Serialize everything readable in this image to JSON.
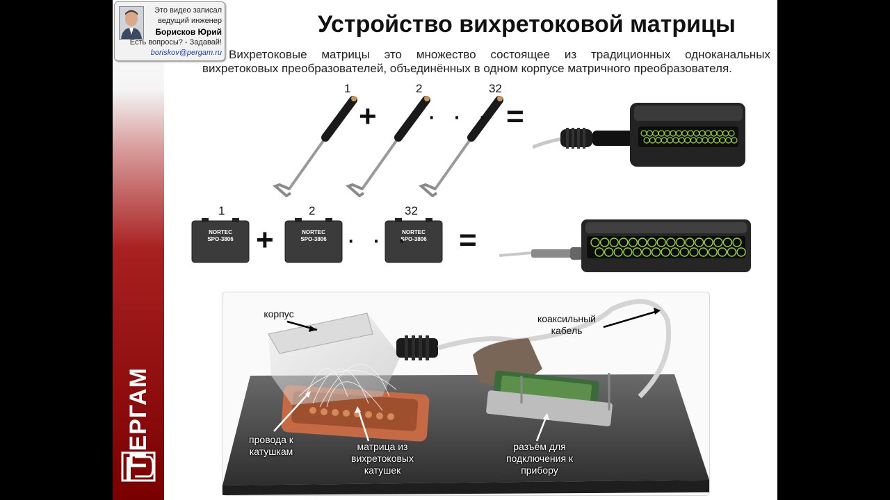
{
  "author_card": {
    "line1": "Это видео записал",
    "line2": "ведущий инженер",
    "name": "Борисков Юрий",
    "line3": "Есть вопросы? - Задавай!",
    "email": "boriskov@pergam.ru"
  },
  "title": "Устройство вихретоковой матрицы",
  "intro_text": "Вихретоковые матрицы это множество состоящее из традиционных одноканальных вихретоковых преобразователей, объединённых в одном корпусе матричного преобразователя.",
  "row1": {
    "labels": [
      "1",
      "2",
      "32"
    ],
    "plus": "+",
    "equals": "=",
    "dots": "· · ·"
  },
  "row2": {
    "labels": [
      "1",
      "2",
      "32"
    ],
    "coil_label_line1": "NORTEC",
    "coil_label_line2": "SPO-3806",
    "plus": "+",
    "equals": "=",
    "dots": "· · ·"
  },
  "photo_callouts": {
    "housing": "корпус",
    "coax_cable": "коаксильный кабель",
    "wires": "провода к катушкам",
    "coil_matrix": "матрица из вихретоковых катушек",
    "connector": "разъём для подключения к прибору"
  },
  "logo_text": "ПЕРГАМ",
  "colors": {
    "sidebar_red": "#a82020",
    "array_circle": "#9bd23a"
  }
}
